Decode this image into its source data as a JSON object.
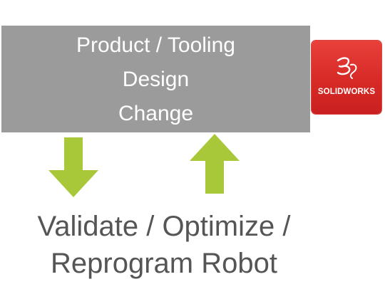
{
  "design_box": {
    "line1": "Product / Tooling",
    "line2": "Design",
    "line3": "Change"
  },
  "logo": {
    "brand": "SOLIDWORKS",
    "mark": "3DS",
    "color": "#d72a26"
  },
  "arrows": {
    "color": "#a8c83a",
    "left_direction": "down",
    "right_direction": "up"
  },
  "caption": {
    "line1": "Validate / Optimize /",
    "line2": "Reprogram Robot"
  }
}
